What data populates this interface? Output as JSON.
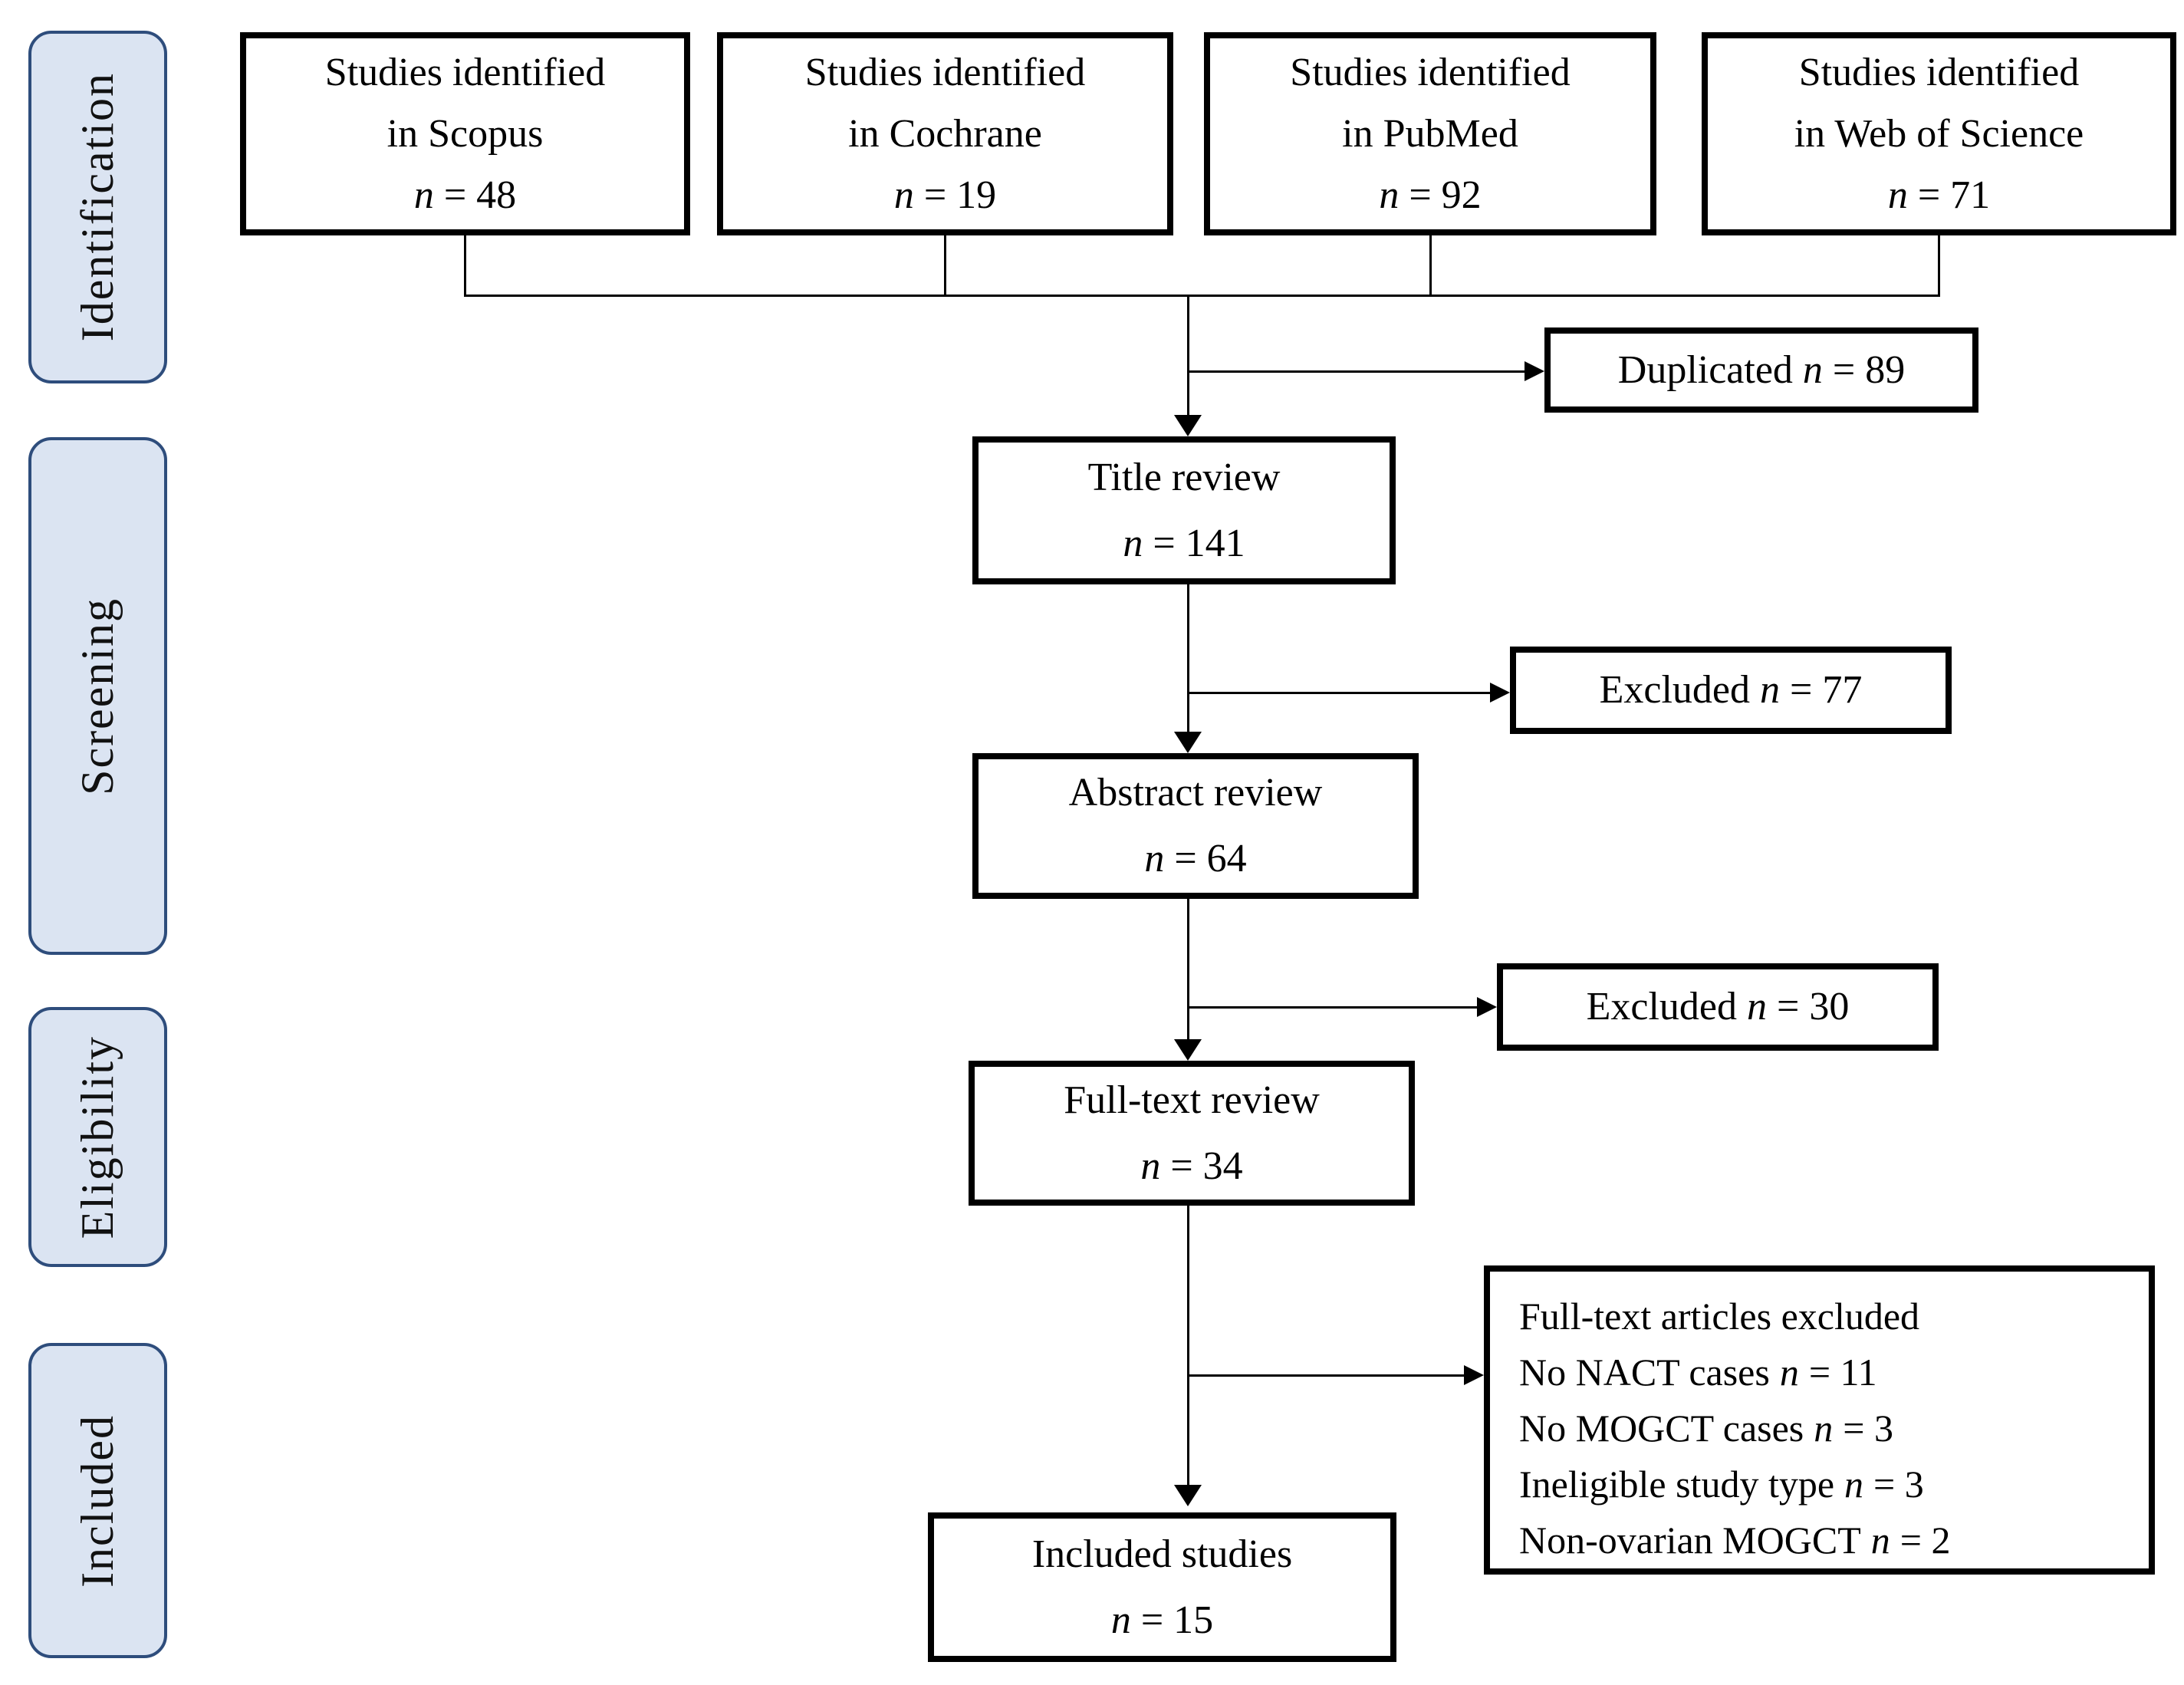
{
  "figure": {
    "type": "prisma-flow-diagram"
  },
  "colors": {
    "stage_fill": "#dbe4f2",
    "stage_border": "#2e4d7c",
    "box_border": "#000000",
    "background": "#ffffff"
  },
  "sidebar": {
    "stages": [
      {
        "label": "Identification"
      },
      {
        "label": "Screening"
      },
      {
        "label": "Eligibility"
      },
      {
        "label": "Included"
      }
    ]
  },
  "sources": [
    {
      "line1": "Studies identified",
      "line2": "in Scopus",
      "n_var": "n",
      "n_rest": "= 48"
    },
    {
      "line1": "Studies identified",
      "line2": "in Cochrane",
      "n_var": "n",
      "n_rest": "= 19"
    },
    {
      "line1": "Studies identified",
      "line2": "in PubMed",
      "n_var": "n",
      "n_rest": "= 92"
    },
    {
      "line1": "Studies identified",
      "line2": "in Web of Science",
      "n_var": "n",
      "n_rest": "= 71"
    }
  ],
  "steps": [
    {
      "label": "Title review",
      "n_var": "n",
      "n_rest": "= 141"
    },
    {
      "label": "Abstract review",
      "n_var": "n",
      "n_rest": "= 64"
    },
    {
      "label": "Full-text review",
      "n_var": "n",
      "n_rest": "= 34"
    },
    {
      "label": "Included studies",
      "n_var": "n",
      "n_rest": "= 15"
    }
  ],
  "side_boxes": [
    {
      "label": "Duplicated",
      "n_var": "n",
      "n_rest": "= 89"
    },
    {
      "label": "Excluded",
      "n_var": "n",
      "n_rest": "= 77"
    },
    {
      "label": "Excluded",
      "n_var": "n",
      "n_rest": "= 30"
    }
  ],
  "fulltext_exclusions": {
    "title": "Full-text articles excluded",
    "items": [
      {
        "text": "No NACT cases",
        "n_var": "n",
        "n_rest": "= 11"
      },
      {
        "text": "No MOGCT cases",
        "n_var": "n",
        "n_rest": "= 3"
      },
      {
        "text": "Ineligible study type",
        "n_var": "n",
        "n_rest": "= 3"
      },
      {
        "text": "Non-ovarian MOGCT",
        "n_var": "n",
        "n_rest": "= 2"
      }
    ]
  }
}
